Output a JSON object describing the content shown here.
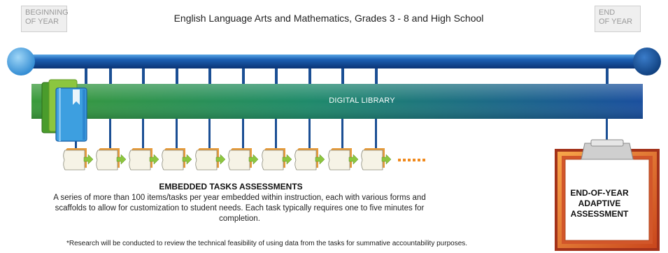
{
  "title": "English Language Arts and Mathematics, Grades 3 - 8 and High School",
  "beginning_tag": {
    "line1": "BEGINNING",
    "line2": "OF YEAR"
  },
  "end_tag": {
    "line1": "END",
    "line2": "OF YEAR"
  },
  "digital_library": "DIGITAL LIBRARY",
  "embedded": {
    "title": "EMBEDDED TASKS ASSESSMENTS",
    "description": "A series of more than 100 items/tasks per year embedded within instruction, each with various forms and scaffolds to allow for customization to student needs. Each task typically requires one to five minutes for completion."
  },
  "eoy": {
    "line1": "END-OF-YEAR",
    "line2": "ADAPTIVE",
    "line3": "ASSESSMENT"
  },
  "footnote": "*Research will be conducted to review the technical feasibility of using data from the tasks for summative accountability purposes.",
  "colors": {
    "timeline_dark": "#0d3f86",
    "timeline_light": "#3a9ee0",
    "library_green": "#2e8f3a",
    "library_blue": "#1a5aa5",
    "eoy_orange": "#e8772a",
    "task_arrow": "#8dc63f",
    "task_page": "#f6f3e6"
  },
  "task_count": 10
}
